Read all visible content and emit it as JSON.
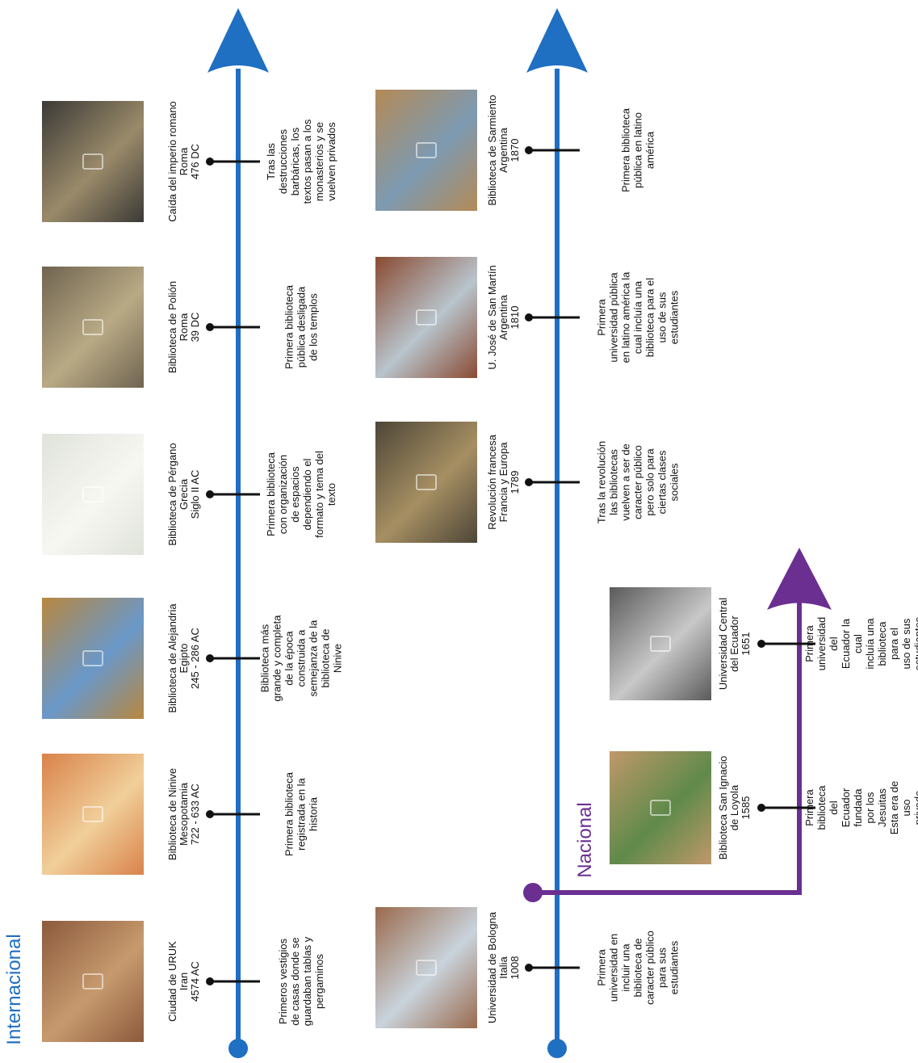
{
  "sections": {
    "international": "Internacional",
    "national": "Nacional"
  },
  "colors": {
    "international_line": "#1f6fc2",
    "national_line": "#6a2f91",
    "connector": "#111111"
  },
  "international_events": [
    {
      "title": "Ciudad de URUK\nIran\n4574 AC",
      "description": "Primeros vestigios\nde casas donde se\nguardaban tablas y\npergaminos",
      "image_icon": "ancient-city-photo",
      "palette": [
        "#8b5a3c",
        "#c79a6e"
      ]
    },
    {
      "title": "Biblioteca de Ninive\nMesopotamia\n722 - 633 AC",
      "description": "Primera biblioteca\nregistrada en la\nhistoria",
      "image_icon": "palace-illustration",
      "palette": [
        "#d9824a",
        "#f1cf9a"
      ]
    },
    {
      "title": "Biblioteca de Alejandria\nEgipto\n245 - 286 AC",
      "description": "Biblioteca más\ngrande y completa\nde la época\nconstruida a\nsemejanza de la\nbiblioteca de\nNinive",
      "image_icon": "columned-facade-photo",
      "palette": [
        "#b8873e",
        "#6a98c9"
      ]
    },
    {
      "title": "Biblioteca de Pérgano\nGrecia\nSiglo II AC",
      "description": "Primera biblioteca\ncon organización\nde espacios\ndependiendo el\nformato y tema del\ntexto",
      "image_icon": "temple-sketch",
      "palette": [
        "#dfe3da",
        "#f7f7f2"
      ]
    },
    {
      "title": "Biblioteca de Polión\nRoma\n39 DC",
      "description": "Primera biblioteca\npública desligada\nde los templos",
      "image_icon": "roman-hall-painting",
      "palette": [
        "#6f6450",
        "#b9aa85"
      ]
    },
    {
      "title": "Caída del imperio romano\nRoma\n476 DC",
      "description": "Tras las\ndestrucciones\nbarbáricas, los\ntextos pasan a los\nmonasterios y se\nvuelven privados",
      "image_icon": "battle-painting",
      "palette": [
        "#3b3a36",
        "#9a8a6a"
      ]
    }
  ],
  "international_events_2": [
    {
      "title": "Universidad de Bologna\nItalia\n1008",
      "description": "Primera\nuniversidad en\nincluir una\nbiblioteca de\ncaracter público\npara sus\nestudiantes",
      "image_icon": "university-building-photo",
      "palette": [
        "#9a6a4c",
        "#c9d3dc"
      ]
    },
    {
      "title": "Revolución francesa\nFrancia y Europa\n1789",
      "description": "Tras la revolución\nlas bibliotecas\nvuelven a ser de\ncaracter público\npero solo para\nciertas clases\nsociales",
      "image_icon": "liberty-painting",
      "palette": [
        "#4d4638",
        "#a68f62"
      ]
    },
    {
      "title": "U. José de San Martín\nArgentina\n1810",
      "description": "Primera\nuniversidad pública\nen latino américa la\ncual incluía una\nbiblioteca para el\nuso de sus\nestudiantes",
      "image_icon": "brick-building-photo",
      "palette": [
        "#8a4a32",
        "#b8c4cc"
      ]
    },
    {
      "title": "Biblioteca de Sarmiento\nArgentina\n1870",
      "description": "Primera biblioteca\npública en latino\namérica",
      "image_icon": "library-facade-photo",
      "palette": [
        "#b48a56",
        "#7d9ab2"
      ]
    }
  ],
  "national_events": [
    {
      "title": "Biblioteca San Ignacio\nde Loyola\n1585",
      "description": "Primera biblioteca\ndel Ecuador\nfundada por los\nJesuitas\nEsta era de uso\nprivado",
      "image_icon": "colonial-building-photo",
      "palette": [
        "#c0986a",
        "#5f8a4a"
      ]
    },
    {
      "title": "Universidad Central\ndel Ecuador\n1651",
      "description": "Primera\nuniversidad del\nEcuador la cual\nincluía una\nbiblioteca para el\nuso de sus\nestudiantes",
      "image_icon": "grayscale-building-photo",
      "palette": [
        "#5a5a5a",
        "#c8c8c8"
      ]
    }
  ]
}
